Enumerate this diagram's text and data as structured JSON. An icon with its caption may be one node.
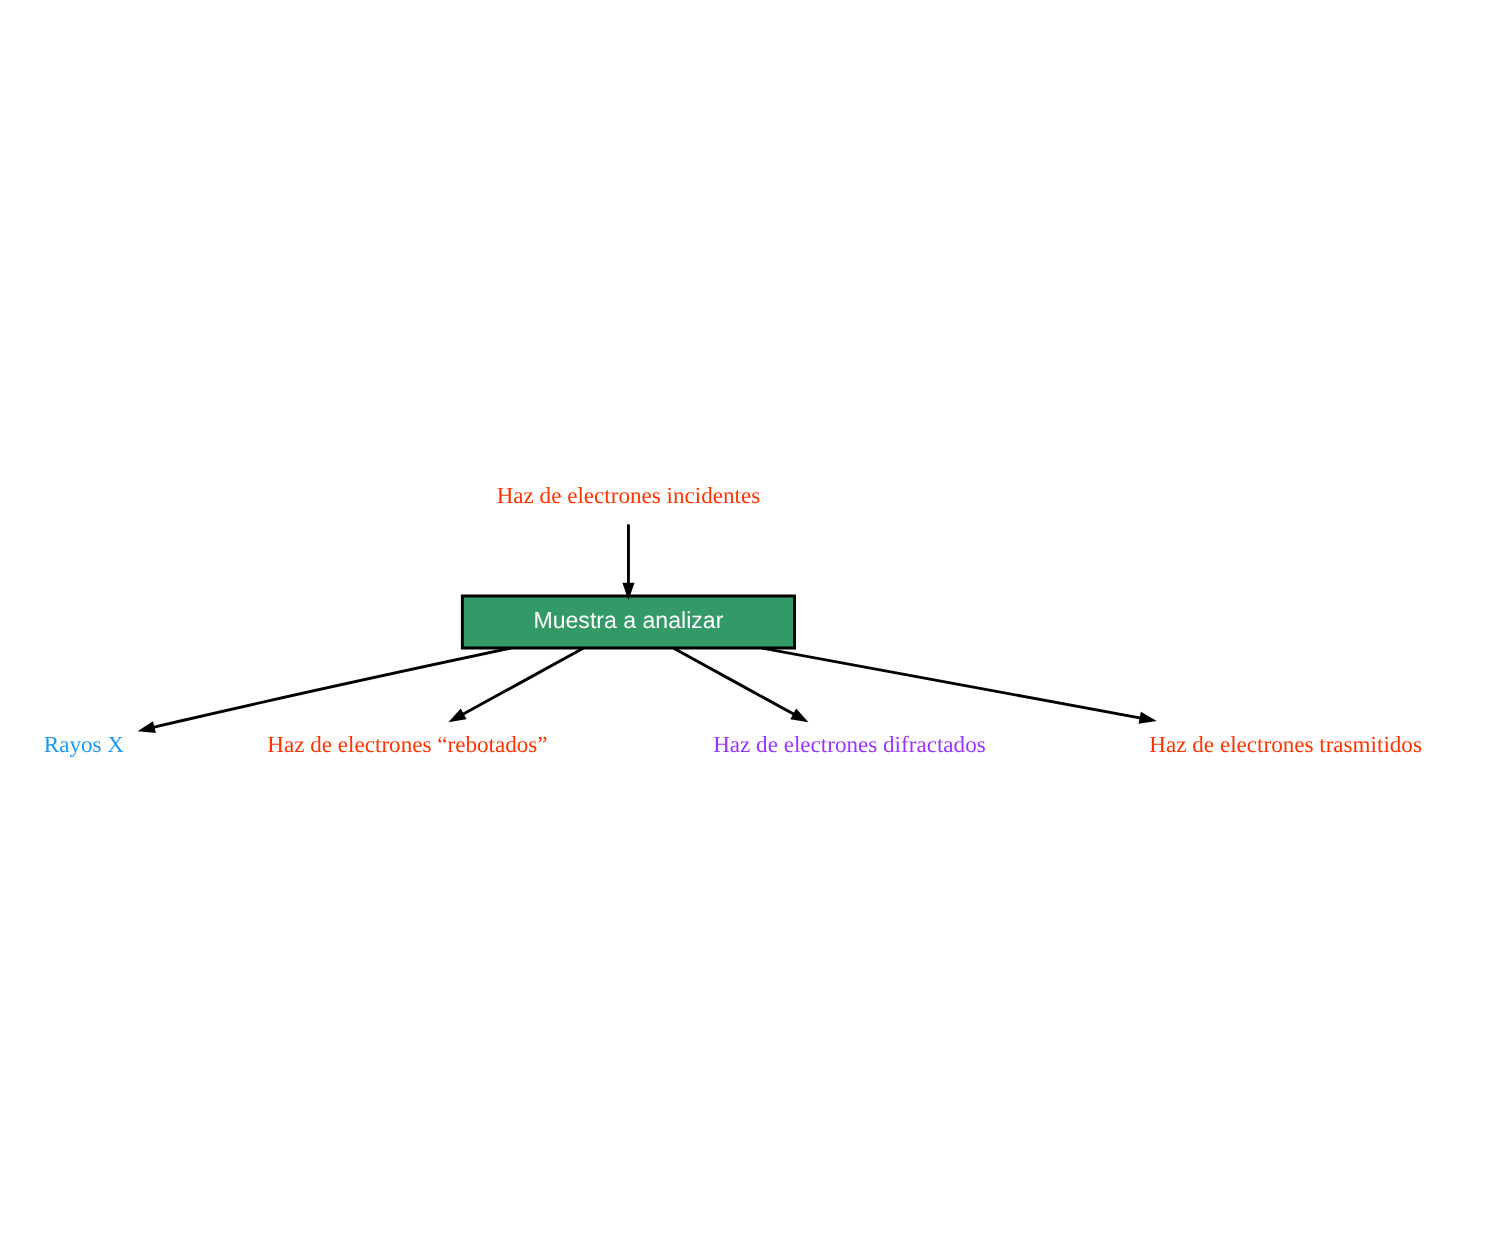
{
  "diagram": {
    "nodes": [
      {
        "text": [
          "Haz de electrones incidentes"
        ]
      },
      {
        "text": [
          "Rayos X"
        ]
      },
      {
        "text": [
          "Haz de electrones “rebotados”"
        ]
      },
      {
        "text": [
          "Muestra a analizar"
        ]
      },
      {
        "text": [
          "Haz de electrones difractados"
        ]
      },
      {
        "text": [
          "Haz de electrones trasmitidos"
        ]
      }
    ],
    "edges": [
      {
        "from": 0,
        "to": 3,
        "arrow": "to"
      },
      {
        "from": 3,
        "to": 1,
        "arrow": "to"
      },
      {
        "from": 3,
        "to": 2,
        "arrow": "to"
      },
      {
        "from": 3,
        "to": 4,
        "arrow": "to"
      },
      {
        "from": 3,
        "to": 5,
        "arrow": "to"
      }
    ]
  }
}
